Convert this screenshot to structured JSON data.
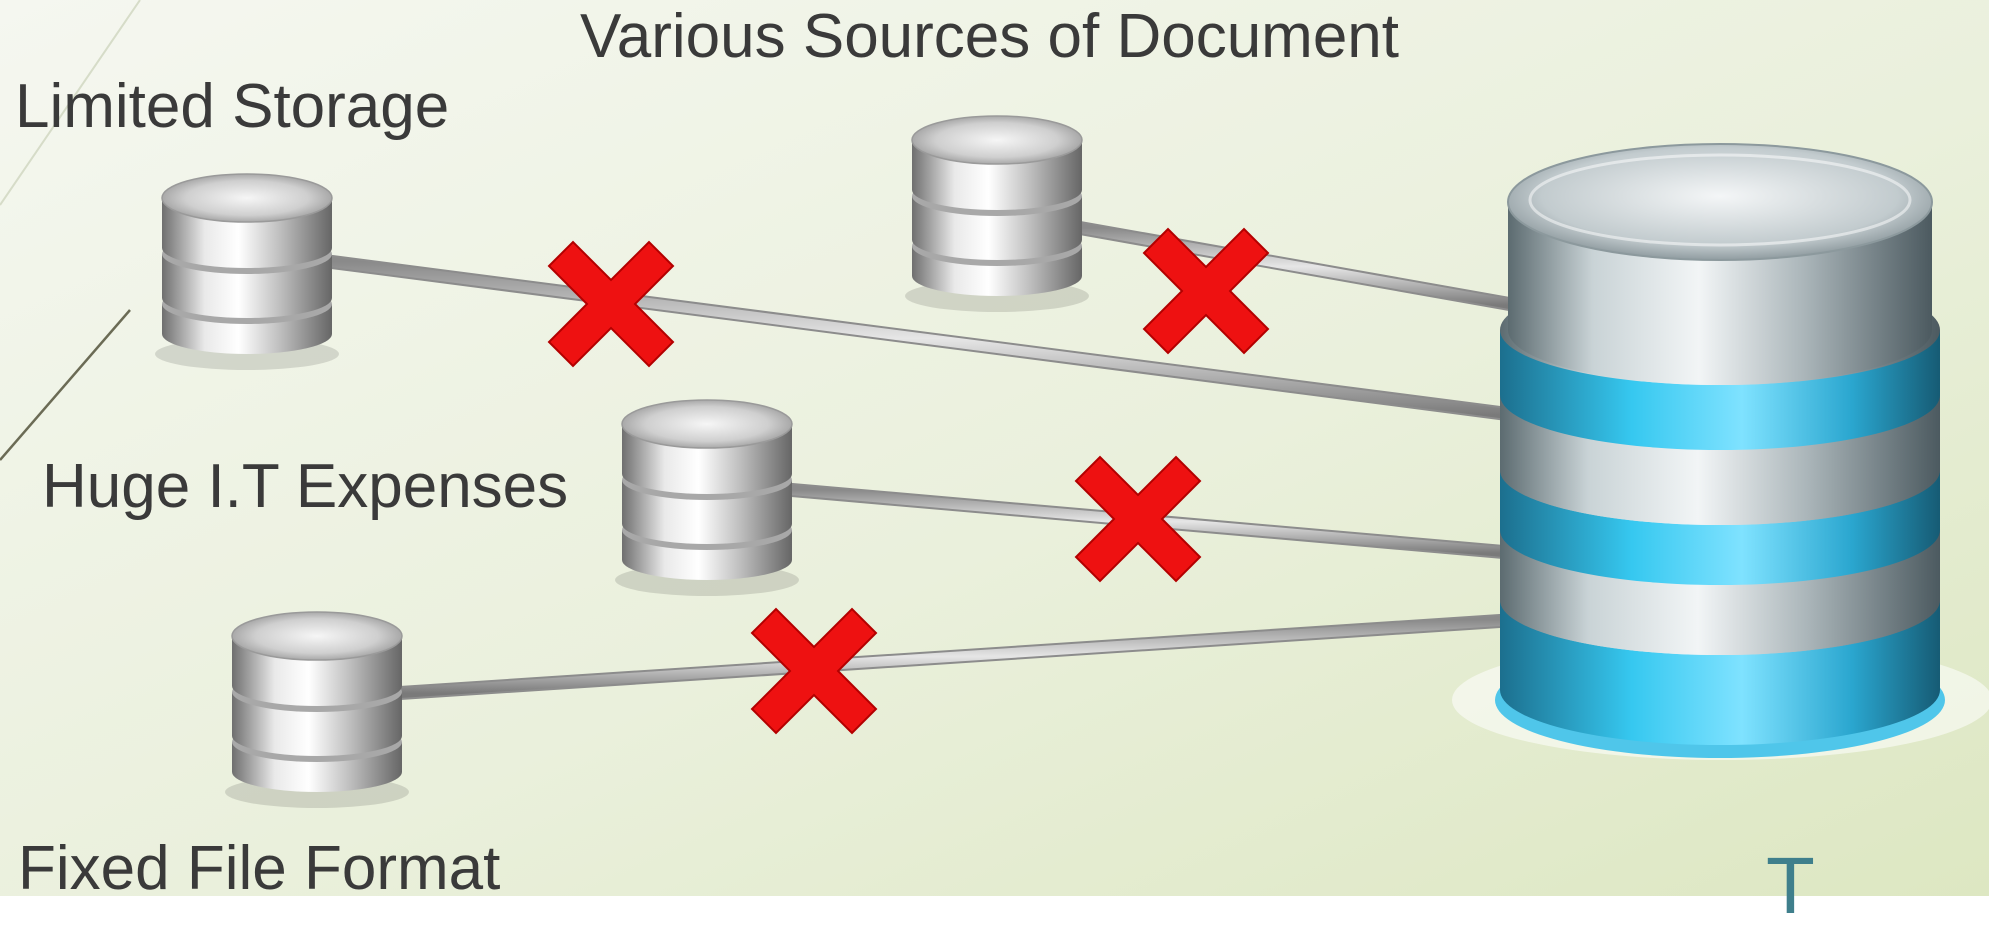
{
  "labels": {
    "title": "Various Sources of Document",
    "limited_storage": "Limited Storage",
    "huge_it_expenses": "Huge I.T Expenses",
    "fixed_file_format": "Fixed File Format",
    "partial_corner_text": "T"
  },
  "icons": {
    "source_database": "database-icon",
    "central_database": "database-icon",
    "blocked_connection": "red-x-icon"
  },
  "colors": {
    "background_start": "#f4f6ee",
    "background_end": "#dfe8c6",
    "cross_red": "#ee1111",
    "central_db_blue": "#27b7e0",
    "label_text": "#3a3a3a",
    "corner_text": "#3f7f8c"
  }
}
